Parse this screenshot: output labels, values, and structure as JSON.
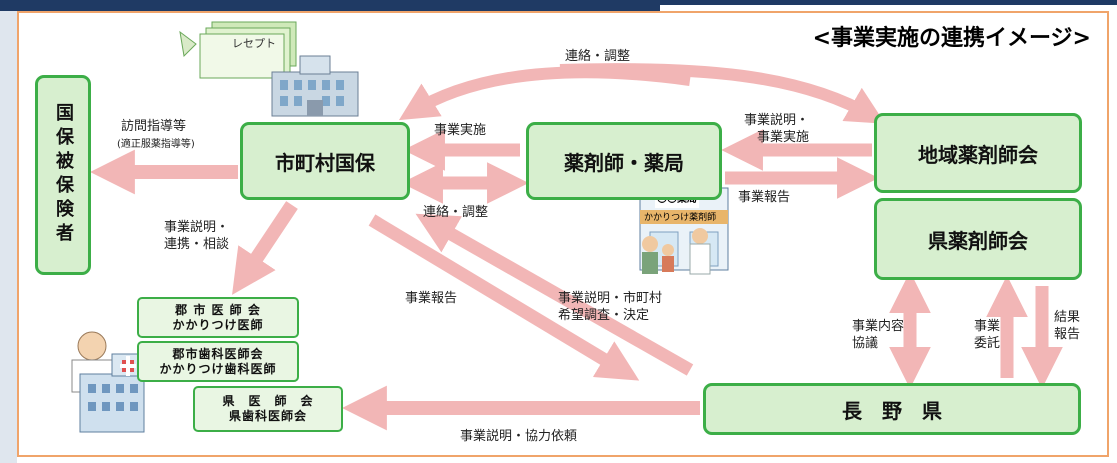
{
  "title": "<事業実施の連携イメージ>",
  "nodes": {
    "hokensha": "国保被保険者",
    "kokuho": "市町村国保",
    "yakuzaishi": "薬剤師・薬局",
    "chiiki": "地域薬剤師会",
    "ken_yaku": "県薬剤師会",
    "nagano": "長　野　県",
    "gunshi_ishi": "郡 市 医 師 会\nかかりつけ医師",
    "gunshi_shika": "郡市歯科医師会\nかかりつけ歯科医師",
    "ken_ishi": "県　医　師　会\n県歯科医師会",
    "receipt": "レセプト",
    "pharmacy_sign": "〇〇薬局",
    "pharmacy_banner": "かかりつけ薬剤師"
  },
  "labels": {
    "renraku_top": "連絡・調整",
    "houmon": "訪問指導等",
    "houmon_sub": "(適正服薬指導等)",
    "jigyo_jisshi": "事業実施",
    "renraku_mid": "連絡・調整",
    "setsumei_jisshi": "事業説明・\n　事業実施",
    "jigyo_houkoku_right": "事業報告",
    "setsumei_renkei": "事業説明・\n連携・相談",
    "jigyo_houkoku_mid": "事業報告",
    "setsumei_shichoson": "事業説明・市町村\n希望調査・決定",
    "naiyou_kyougi": "事業内容\n協議",
    "itaku": "事業\n委託",
    "kekka": "結果\n報告",
    "kyouryoku": "事業説明・協力依頼"
  },
  "colors": {
    "arrow": "#f2b6b6",
    "box_border": "#3cae47",
    "box_fill": "#d7efcf",
    "frame": "#f0a46a",
    "header": "#1f3a64"
  }
}
